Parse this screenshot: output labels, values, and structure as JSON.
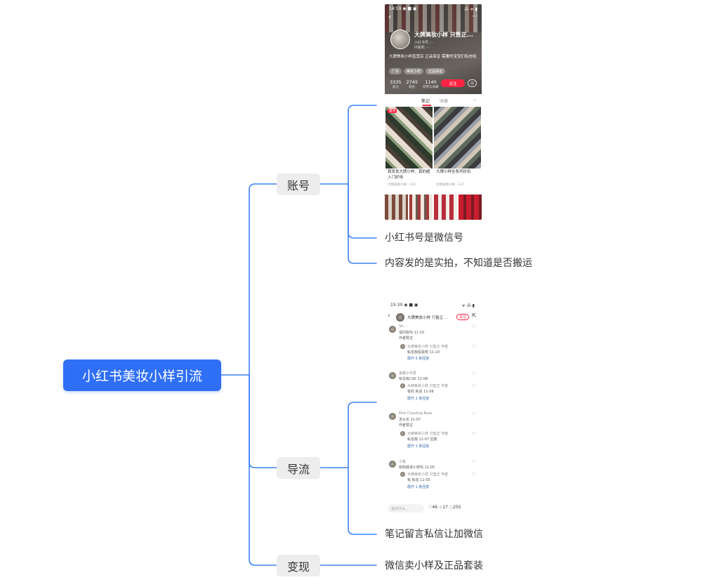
{
  "mindmap": {
    "root": "小红书美妆小样引流",
    "branches": [
      {
        "label": "账号",
        "leaves": [
          "小红书号是微信号",
          "内容发的是实拍，不知道是否搬运"
        ]
      },
      {
        "label": "导流",
        "leaves": [
          "笔记留言私信让加微信"
        ]
      },
      {
        "label": "变现",
        "leaves": [
          "微信卖小样及正品套装"
        ]
      }
    ]
  },
  "colors": {
    "root_fill": "#2f6ff5",
    "branch_fill": "#ededed",
    "edge": "#3b82f6",
    "xhs_red": "#ff2442"
  },
  "profile_screenshot": {
    "status_left": "14:59 ◉ ■ ▣",
    "status_right": "⁂ ᯤ ▮",
    "back_icon": "‹",
    "more_icon": "···",
    "name": "大牌美妆小样 只售正...",
    "id_line": "小红书号：···",
    "ip_line": "IP属地：···",
    "bio": "大牌美妆小样直营店 正品保证 需要的宝宝们私信哈",
    "tags": [
      "广东",
      "美妆小样",
      "正品保证"
    ],
    "stats": [
      {
        "num": "3335",
        "label": "关注"
      },
      {
        "num": "2745",
        "label": "粉丝"
      },
      {
        "num": "1140",
        "label": "获赞与收藏"
      }
    ],
    "follow_label": "关注",
    "chat_icon": "◎",
    "tabs": [
      "笔记",
      "收藏"
    ],
    "search_icon": "⌕",
    "cards": [
      {
        "badge": "置顶",
        "title": "我发现大牌小样，真的超入门好用",
        "meta": "大牌美妆小样 · 122"
      },
      {
        "badge": "",
        "title": "大牌小样全系列折扣",
        "meta": "大牌美妆小样 · 137"
      }
    ]
  },
  "comments_screenshot": {
    "status_left": "15:30 ◉ ■ ▣",
    "status_right": "ᯤ ⁂ ▮",
    "back_icon": "‹",
    "title": "大牌美妆小样 只售正 ...",
    "follow_label": "关注",
    "share_icon": "⇱",
    "comments": [
      {
        "name": "Sh...",
        "text": "请问有吗 11-10",
        "sub": "作者赞过",
        "reply_name": "大牌美妆小样 只售正 作者",
        "reply": "私信我看看呢 11-10",
        "more": "展开 5 条回复"
      },
      {
        "name": "呆萌小可爱",
        "text": "有没有口红 11-08",
        "sub": "",
        "reply_name": "大牌美妆小样 只售正 作者",
        "reply": "有的 私信 11-08",
        "more": "展开 2 条回复"
      },
      {
        "name": "Pink Clouding Rose",
        "text": "怎么买 11-07",
        "sub": "作者赞过",
        "reply_name": "大牌美妆小样 只售正 作者",
        "reply": "私信我 11-07 回复",
        "more": "展开 3 条回复"
      },
      {
        "name": "小桃",
        "text": "有粉底液小样吗 11-05",
        "sub": "",
        "reply_name": "大牌美妆小样 只售正 作者",
        "reply": "有 私信 11-05",
        "more": "展开 1 条回复"
      }
    ],
    "input_placeholder": "说点什么...",
    "likes": "46",
    "stars": "17",
    "comments_count": "255",
    "like_icon": "♡",
    "star_icon": "☆",
    "comment_icon": "◌"
  }
}
